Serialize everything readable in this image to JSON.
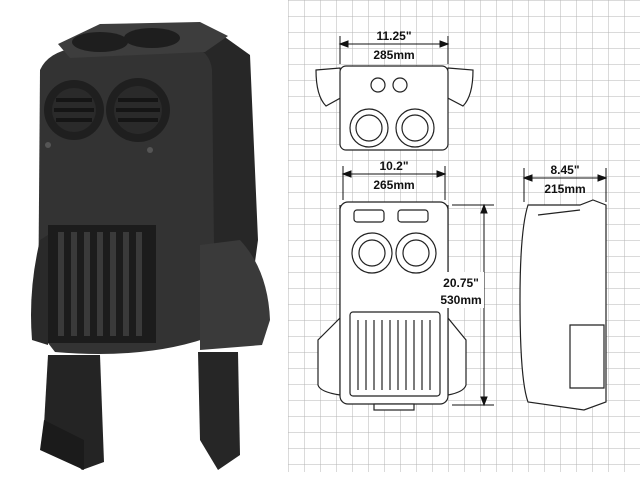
{
  "colors": {
    "body": "#2e2e2e",
    "body_light": "#4a4a4a",
    "body_dark": "#1c1c1c",
    "grid": "#b4b4b4",
    "line": "#222222"
  },
  "icons": [
    "heater-unit-photo",
    "vent-icon",
    "dial-icon",
    "grille-icon"
  ],
  "dimensions": {
    "top_width_in": "11.25\"",
    "top_width_mm": "285mm",
    "front_width_in": "10.2\"",
    "front_width_mm": "265mm",
    "depth_in": "8.45\"",
    "depth_mm": "215mm",
    "height_in": "20.75\"",
    "height_mm": "530mm"
  }
}
